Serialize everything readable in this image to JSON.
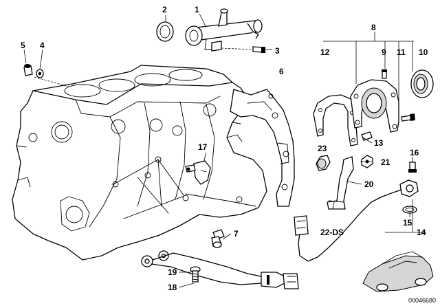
{
  "diagram": {
    "reference_number": "00046680",
    "labels": {
      "p1": "1",
      "p2": "2",
      "p3": "3",
      "p4": "4",
      "p5": "5",
      "p6": "6",
      "p7": "7",
      "p8": "8",
      "p9": "9",
      "p10": "10",
      "p11": "11",
      "p12": "12",
      "p13": "13",
      "p14": "14",
      "p15": "15",
      "p16": "16",
      "p17": "17",
      "p18": "18",
      "p19": "19",
      "p20": "20",
      "p21": "21",
      "p22": "22-DS",
      "p23": "23"
    }
  }
}
